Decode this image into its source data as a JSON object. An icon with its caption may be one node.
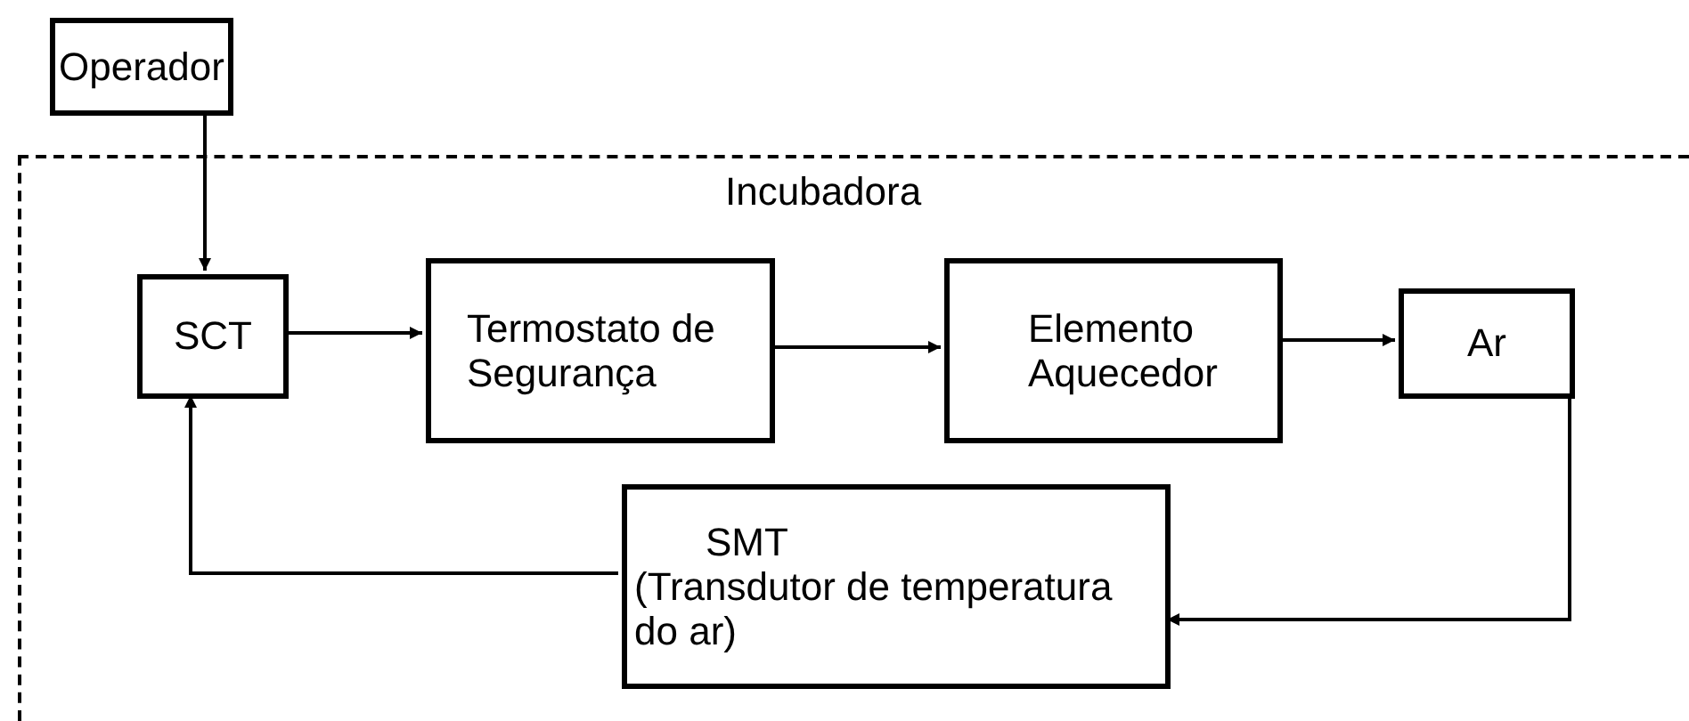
{
  "diagram": {
    "nodes": [
      {
        "text": [
          "Incubadora"
        ]
      },
      {
        "text": [
          "Operador"
        ]
      },
      {
        "text": [
          "SCT"
        ],
        "in": 0
      },
      {
        "text": [
          "Termostato de Segurança"
        ],
        "in": 0
      },
      {
        "text": [
          "Elemento Aquecedor"
        ],
        "in": 0
      },
      {
        "text": [
          "Ar"
        ],
        "in": 0
      },
      {
        "text": [
          "SMT",
          "(Transdutor de temperatura do ar)"
        ],
        "in": 0
      }
    ],
    "edges": [
      {
        "from": 1,
        "to": 2,
        "arrow": "to"
      },
      {
        "from": 2,
        "to": 3,
        "arrow": "to"
      },
      {
        "from": 3,
        "to": 4,
        "arrow": "to"
      },
      {
        "from": 4,
        "to": 5,
        "arrow": "to"
      },
      {
        "from": 5,
        "to": 6,
        "arrow": "to"
      },
      {
        "from": 6,
        "to": 2,
        "arrow": "to"
      }
    ]
  }
}
